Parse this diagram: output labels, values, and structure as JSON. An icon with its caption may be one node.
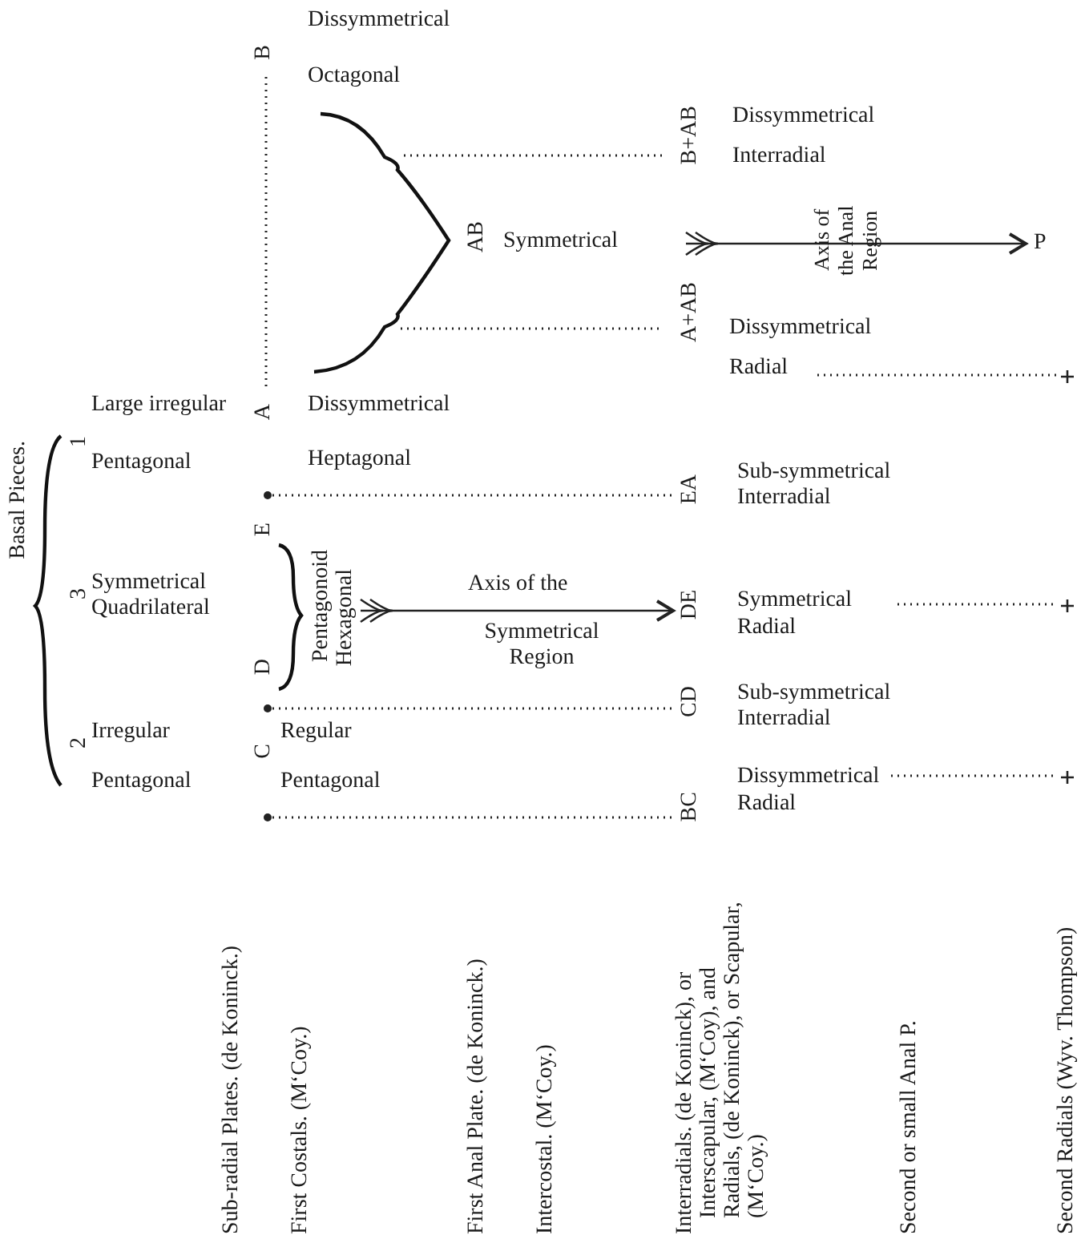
{
  "diagram": {
    "labels": [
      "Dissymmetrical",
      "B",
      "Octagonal",
      "B+AB",
      "Dissymmetrical",
      "Interradial",
      "AB",
      "Symmetrical",
      "Axis of the Anal Region",
      "P",
      "A+AB",
      "Dissymmetrical",
      "Radial",
      "Large irregular",
      "A",
      "Dissymmetrical",
      "1",
      "Pentagonal",
      "Heptagonal",
      "EA",
      "Sub-symmetrical",
      "Interradial",
      "Basal Pieces.",
      "E",
      "3",
      "Symmetrical",
      "Quadrilateral",
      "Pentagonoid",
      "Hexagonal",
      "Axis of the",
      "DE",
      "Symmetrical",
      "Radial",
      "Symmetrical Region",
      "D",
      "CD",
      "Sub-symmetrical",
      "Interradial",
      "2",
      "Irregular",
      "Regular",
      "C",
      "Pentagonal",
      "Pentagonal",
      "Dissymmetrical",
      "BC",
      "Radial",
      "Sub-radial Plates.   (de Koninck.)",
      "First Costals.   (M‘Coy.)",
      "First Anal Plate.   (de Koninck.)",
      "Intercostal.   (M‘Coy.)",
      "Interradials.   (de Koninck), or Interscapular, (M‘Coy), and Radials, (de Koninck), or Scapular, (M‘Coy.)",
      "Second or small Anal P.",
      "Second Radials (Wyv. Thompson)"
    ]
  }
}
